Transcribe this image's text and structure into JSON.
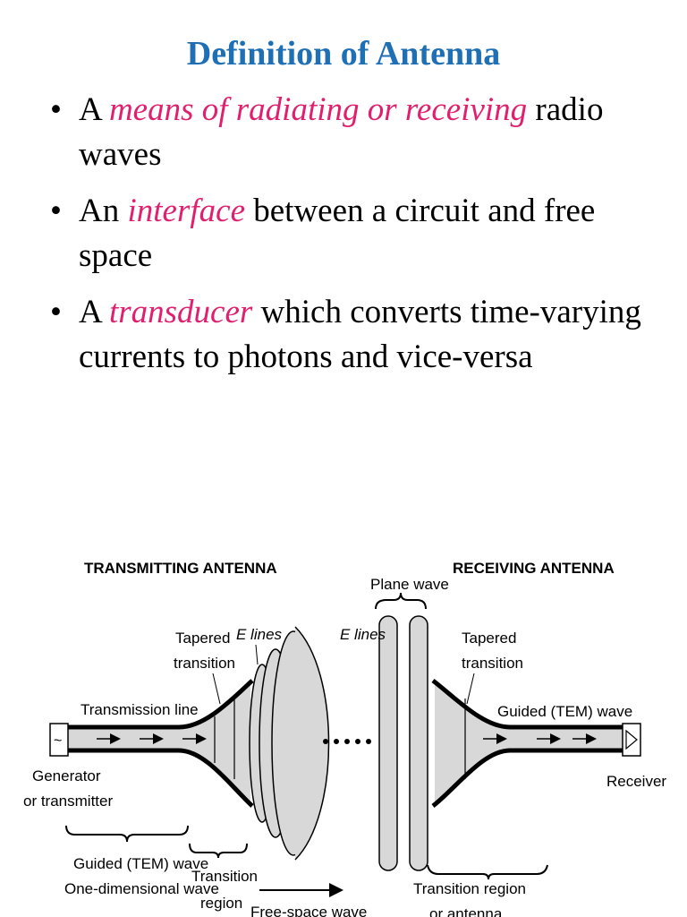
{
  "title": "Definition of Antenna",
  "bullets": [
    {
      "pre": "A ",
      "highlight": "means of radiating or receiving",
      "post": " radio waves"
    },
    {
      "pre": "An ",
      "highlight": "interface",
      "post": " between a circuit and free space"
    },
    {
      "pre": "A ",
      "highlight": "transducer",
      "post": " which converts time-varying currents to photons and vice-versa"
    }
  ],
  "colors": {
    "title": "#1f6fb5",
    "highlight": "#e0206e"
  },
  "diagram": {
    "transmitting_heading": "TRANSMITTING ANTENNA",
    "receiving_heading": "RECEIVING ANTENNA",
    "plane_wave": "Plane wave",
    "tapered_left_1": "Tapered",
    "tapered_left_2": "transition",
    "e_lines_left": "E lines",
    "e_lines_right": "E lines",
    "tapered_right_1": "Tapered",
    "tapered_right_2": "transition",
    "transmission_line": "Transmission line",
    "guided_wave_right": "Guided (TEM) wave",
    "generator_1": "Generator",
    "generator_2": "or transmitter",
    "generator_symbol": "~",
    "receiver": "Receiver",
    "guided_wave_left": "Guided (TEM) wave",
    "one_dim_wave": "One-dimensional wave",
    "transition_1": "Transition",
    "transition_2": "region",
    "free_space": "Free-space wave",
    "transition_region_right_1": "Transition region",
    "transition_region_right_2": "or antenna"
  }
}
